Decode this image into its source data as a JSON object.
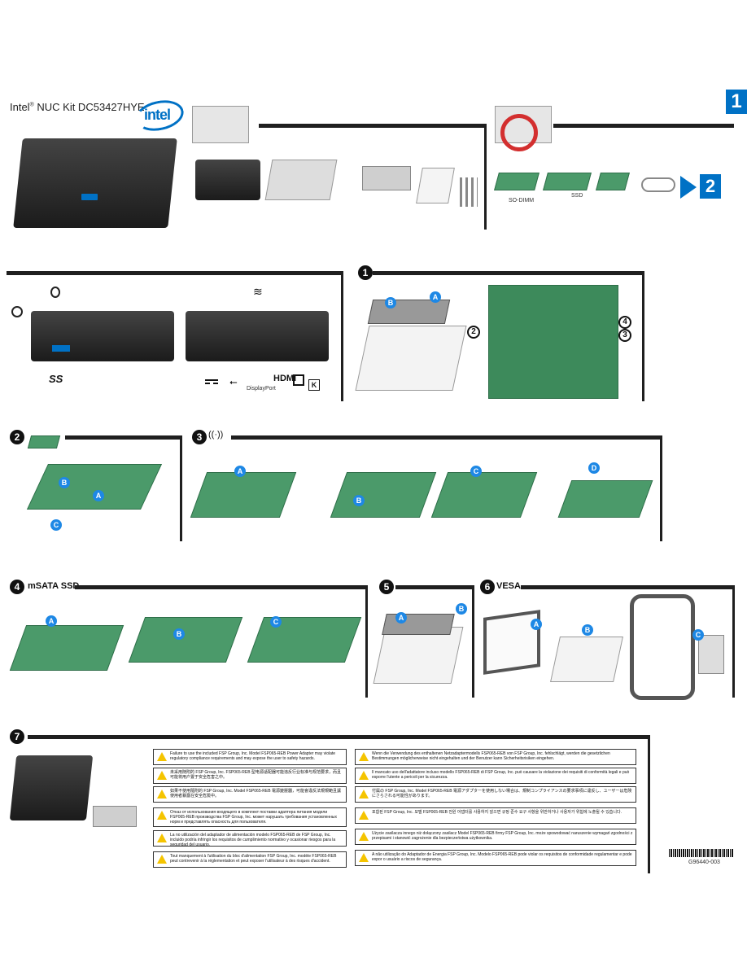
{
  "header": {
    "product": "Intel",
    "model": "NUC Kit DC53427HYE",
    "logo_text": "intel"
  },
  "page_number": "1",
  "next_page": "2",
  "parts": {
    "sodimm": "SO-DIMM",
    "ssd": "SSD"
  },
  "ports": {
    "displayport": "DisplayPort",
    "hdmi": "HDMI",
    "ss_usb": "SS",
    "k": "K"
  },
  "steps": {
    "s1": "1",
    "s2": "2",
    "s3": "3",
    "s4": "4",
    "s5": "5",
    "s6": "6",
    "s7": "7",
    "s4_title": "mSATA SSD",
    "s6_title": "VESA"
  },
  "callouts": {
    "a": "A",
    "b": "B",
    "c": "C",
    "d": "D"
  },
  "warnings_left": [
    "Failure to use the included FSP Group, Inc. Model FSP065-REB Power Adapter may violate regulatory compliance requirements and may expose the user to safety hazards.",
    "未采用随附的 FSP Group, Inc. FSP065-REB 型电源适配器可能违反行业标准与规范要求，而且可能将用户置于安全危害之中。",
    "如果不使用隨附的 FSP Group, Inc. Model FSP065-REB 電源變壓器，可能會違反法規規範且讓使用者暴露在安全危險中。",
    "Отказ от использования входящего в комплект поставки адаптера питания модели FSP065-REB производства FSP Group, Inc. может нарушать требования установленных норм и представлять опасность для пользователя.",
    "La no utilización del adaptador de alimentación modelo FSP065-REB de FSP Group, Inc. incluido podría infringir los requisitos de cumplimiento normativo y ocasionar riesgos para la seguridad del usuario.",
    "Tout manquement à l'utilisation du bloc d'alimentation FSP Group, Inc. modèle FSP065-REB peut contrevenir à la réglementation et peut exposer l'utilisateur à des risques d'accident."
  ],
  "warnings_right": [
    "Wenn die Verwendung des enthaltenen Netzadaptermodells FSP065-REB von FSP Group, Inc. fehlschlägt, werden die gesetzlichen Bestimmungen möglicherweise nicht eingehalten und der Benutzer kann Sicherheitsrisiken eingehen.",
    "Il mancato uso dell'adattatore incluso modello FSP065-REB di FSP Group, Inc. può causare la violazione dei requisiti di conformità legali e può esporre l'utente a pericoli per la sicurezza.",
    "付属の FSP Group, Inc. Model FSP065-REB 電源アダプターを使用しない場合は、規制コンプライアンスの要求事項に違反し、ユーザーは危険にさらされる可能性があります。",
    "포함된 FSP Group, Inc. 모델 FSP065-REB 전원 어댑터를 사용하지 않으면 규정 준수 요구 사항을 위반하거나 사용자가 위험에 노출될 수 있습니다.",
    "Użycie zasilacza innego niż dołączony zasilacz Model FSP065-REB firmy FSP Group, Inc. może spowodować naruszenie wymagań zgodności z przepisami i stanowić zagrożenie dla bezpieczeństwa użytkownika.",
    "A não utilização do Adaptador de Energia FSP Group, Inc. Modelo FSP065-REB pode violar os requisitos de conformidade regulamentar e pode expor o usuário a riscos de segurança."
  ],
  "part_number": "G96440-003",
  "colors": {
    "intel_blue": "#0071c5",
    "accent_blue": "#1e88e5",
    "warning_yellow": "#f5c400",
    "no_red": "#d32f2f"
  }
}
